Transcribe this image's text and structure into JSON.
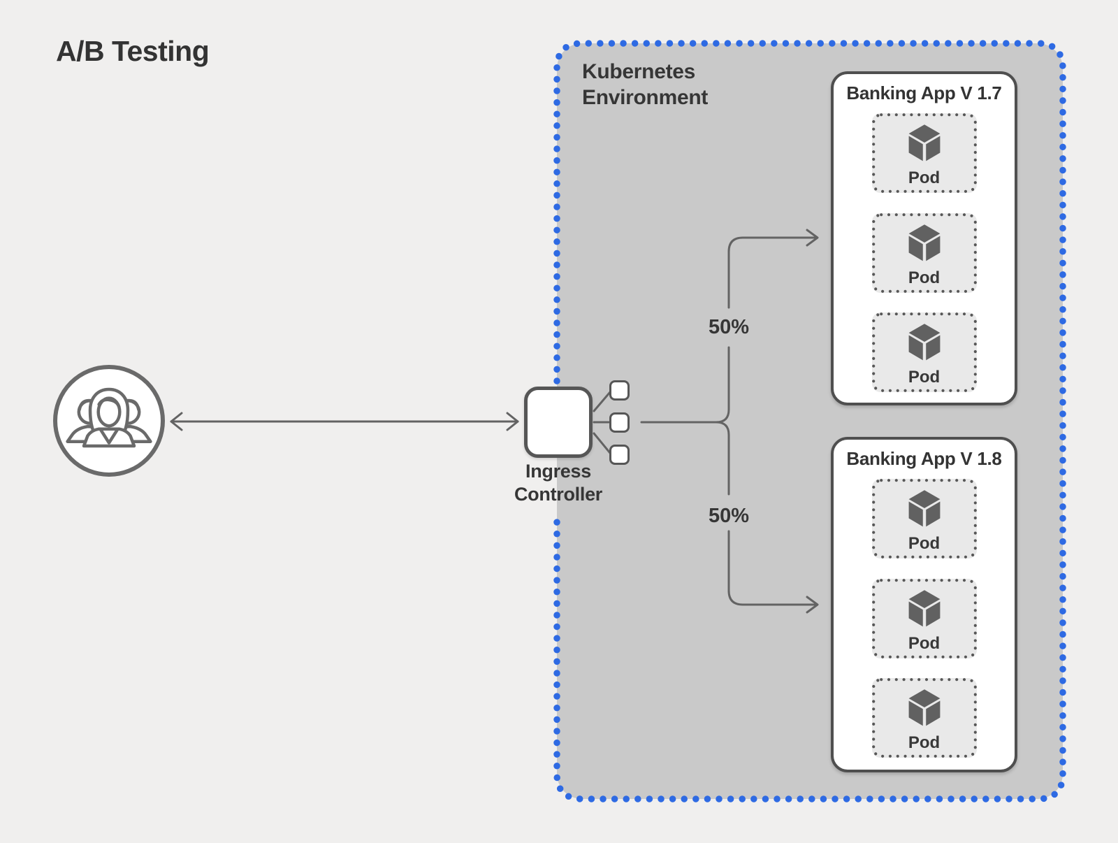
{
  "page": {
    "title": "A/B Testing"
  },
  "ingress": {
    "label_line1": "Ingress",
    "label_line2": "Controller"
  },
  "kubernetes": {
    "label_line1": "Kubernetes",
    "label_line2": "Environment",
    "apps": [
      {
        "name": "Banking App V 1.7",
        "traffic_share": "50%",
        "pods": [
          "Pod",
          "Pod",
          "Pod"
        ]
      },
      {
        "name": "Banking App V 1.8",
        "traffic_share": "50%",
        "pods": [
          "Pod",
          "Pod",
          "Pod"
        ]
      }
    ]
  },
  "icons": {
    "users": "users-group-icon",
    "pod": "cube-icon",
    "kubernetes_border": "dotted-boundary",
    "arrows": "flow-arrows"
  },
  "colors": {
    "accent_blue": "#2e6ae3",
    "panel_gray": "#c9c9c9",
    "pod_gray": "#e9e9e9",
    "line_gray": "#636363",
    "border_dark": "#4f4f4f",
    "text_dark": "#363636",
    "background": "#f0efee"
  }
}
